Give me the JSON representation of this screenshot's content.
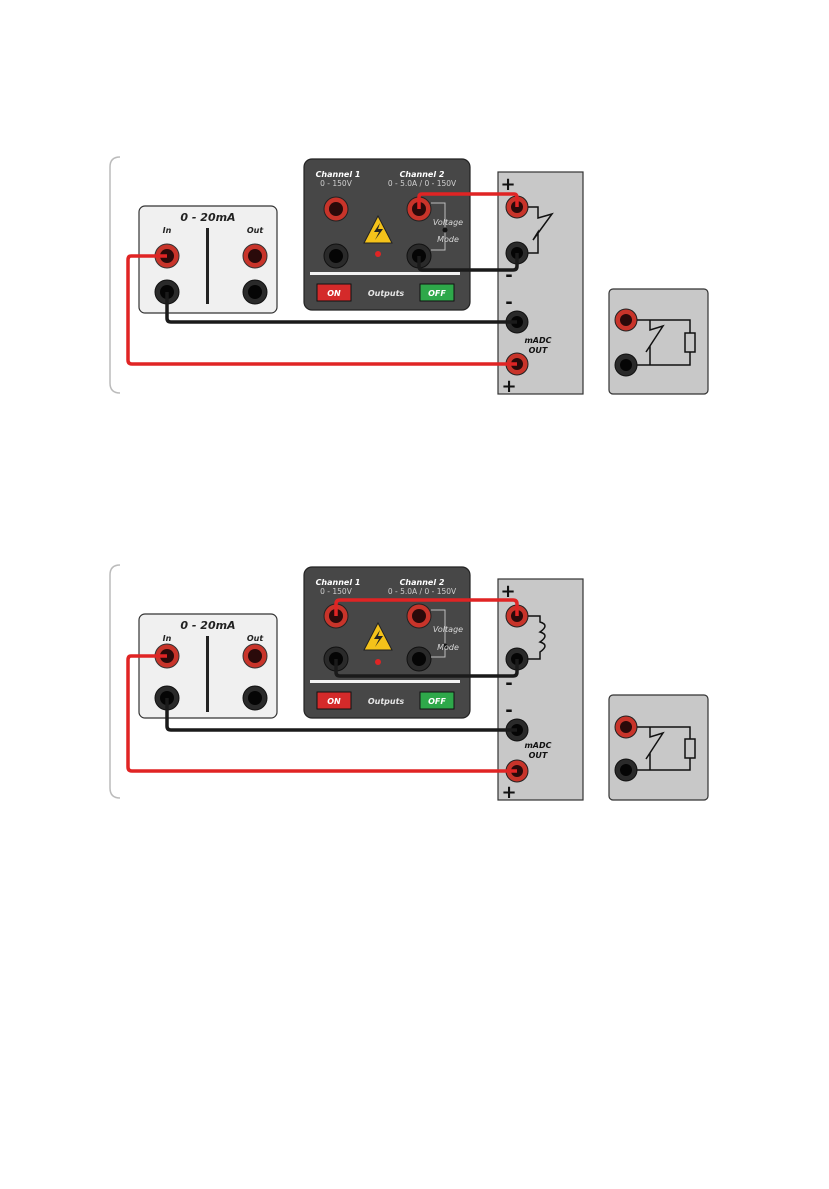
{
  "colors": {
    "wire_red": "#e02424",
    "wire_black": "#1a1a1a",
    "panel_dark": "#474747",
    "panel_gray": "#c8c8c8",
    "panel_light": "#f0f0f0",
    "jack_red": "#c8342a",
    "btn_on": "#d42a2a",
    "btn_off": "#2ea84a",
    "warning_yellow": "#f4c21a"
  },
  "source_panel": {
    "channel1_label": "Channel 1",
    "channel1_range": "0 - 150V",
    "channel2_label": "Channel 2",
    "channel2_range": "0 - 5.0A / 0 - 150V",
    "mode_label_1": "Voltage",
    "mode_label_2": "Mode",
    "on_label": "ON",
    "outputs_label": "Outputs",
    "off_label": "OFF"
  },
  "current_panel": {
    "title": "0 - 20mA",
    "in_label": "In",
    "out_label": "Out"
  },
  "transducer_panel": {
    "plus_sign": "+",
    "minus_sign": "-",
    "out_label_1": "mADC",
    "out_label_2": "OUT"
  },
  "diagrams": [
    {
      "id": "diagram-1",
      "load": "resistor",
      "ch2_mode": "voltage"
    },
    {
      "id": "diagram-2",
      "load": "inductor",
      "ch2_mode": "current"
    }
  ]
}
